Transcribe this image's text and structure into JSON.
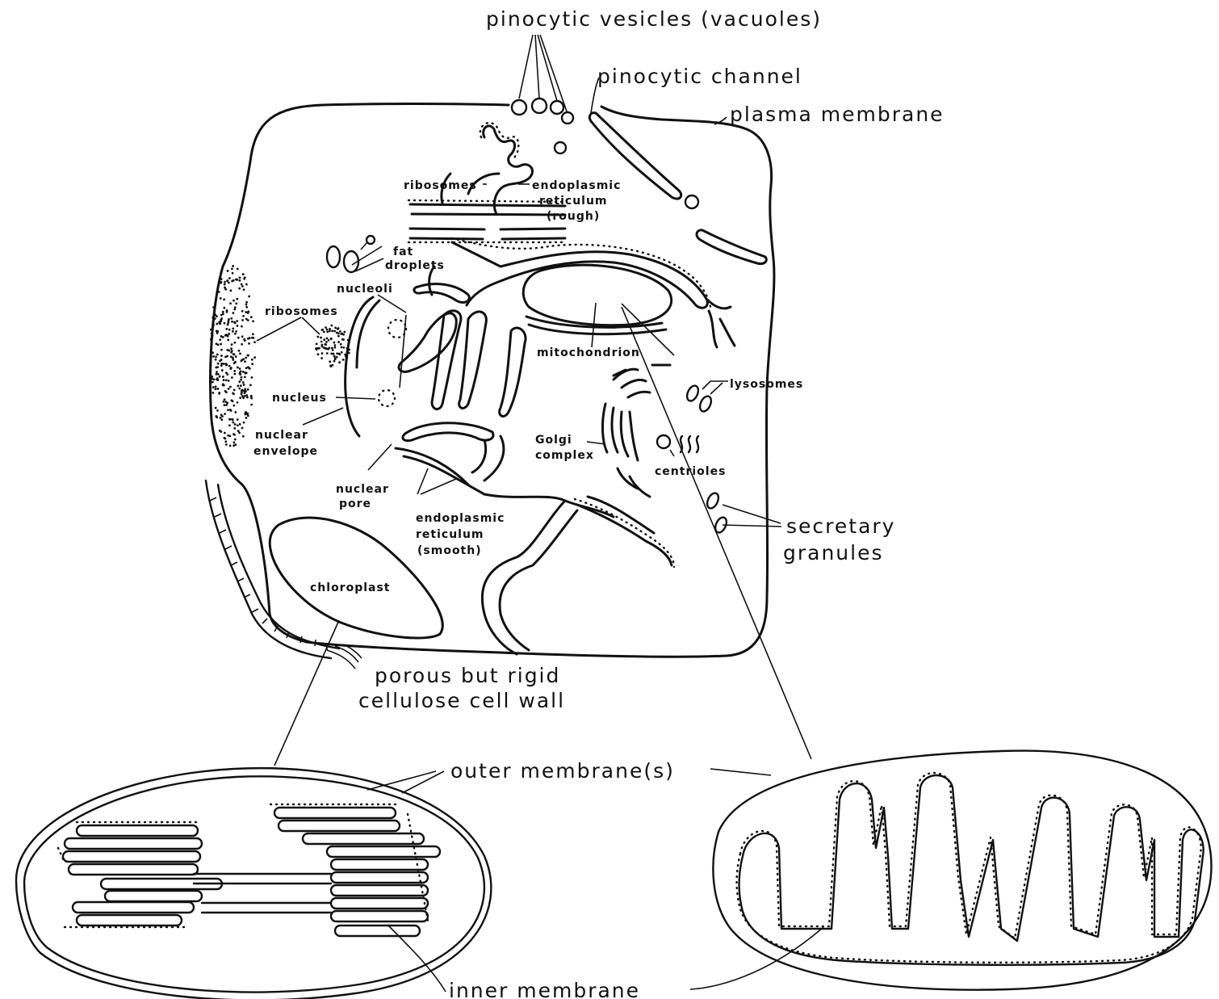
{
  "labels": {
    "pinocytic_vesicles": "pinocytic vesicles (vacuoles)",
    "pinocytic_channel": "pinocytic channel",
    "plasma_membrane": "plasma membrane",
    "ribosomes_top": "ribosomes",
    "er_rough_1": "endoplasmic",
    "er_rough_2": "reticulum",
    "er_rough_3": "(rough)",
    "fat_1": "fat",
    "fat_2": "droplets",
    "nucleoli": "nucleoli",
    "ribosomes_left": "ribosomes",
    "mitochondrion": "mitochondrion",
    "lysosomes": "lysosomes",
    "nucleus": "nucleus",
    "nuclear_env_1": "nuclear",
    "nuclear_env_2": "envelope",
    "golgi_1": "Golgi",
    "golgi_2": "complex",
    "centrioles": "centrioles",
    "nuclear_pore_1": "nuclear",
    "nuclear_pore_2": "pore",
    "er_smooth_1": "endoplasmic",
    "er_smooth_2": "reticulum",
    "er_smooth_3": "(smooth)",
    "secretary_1": "secretary",
    "secretary_2": "granules",
    "chloroplast": "chloroplast",
    "cell_wall_1": "porous but rigid",
    "cell_wall_2": "cellulose cell wall",
    "outer_membrane": "outer membrane(s)",
    "inner_membrane": "inner membrane"
  }
}
